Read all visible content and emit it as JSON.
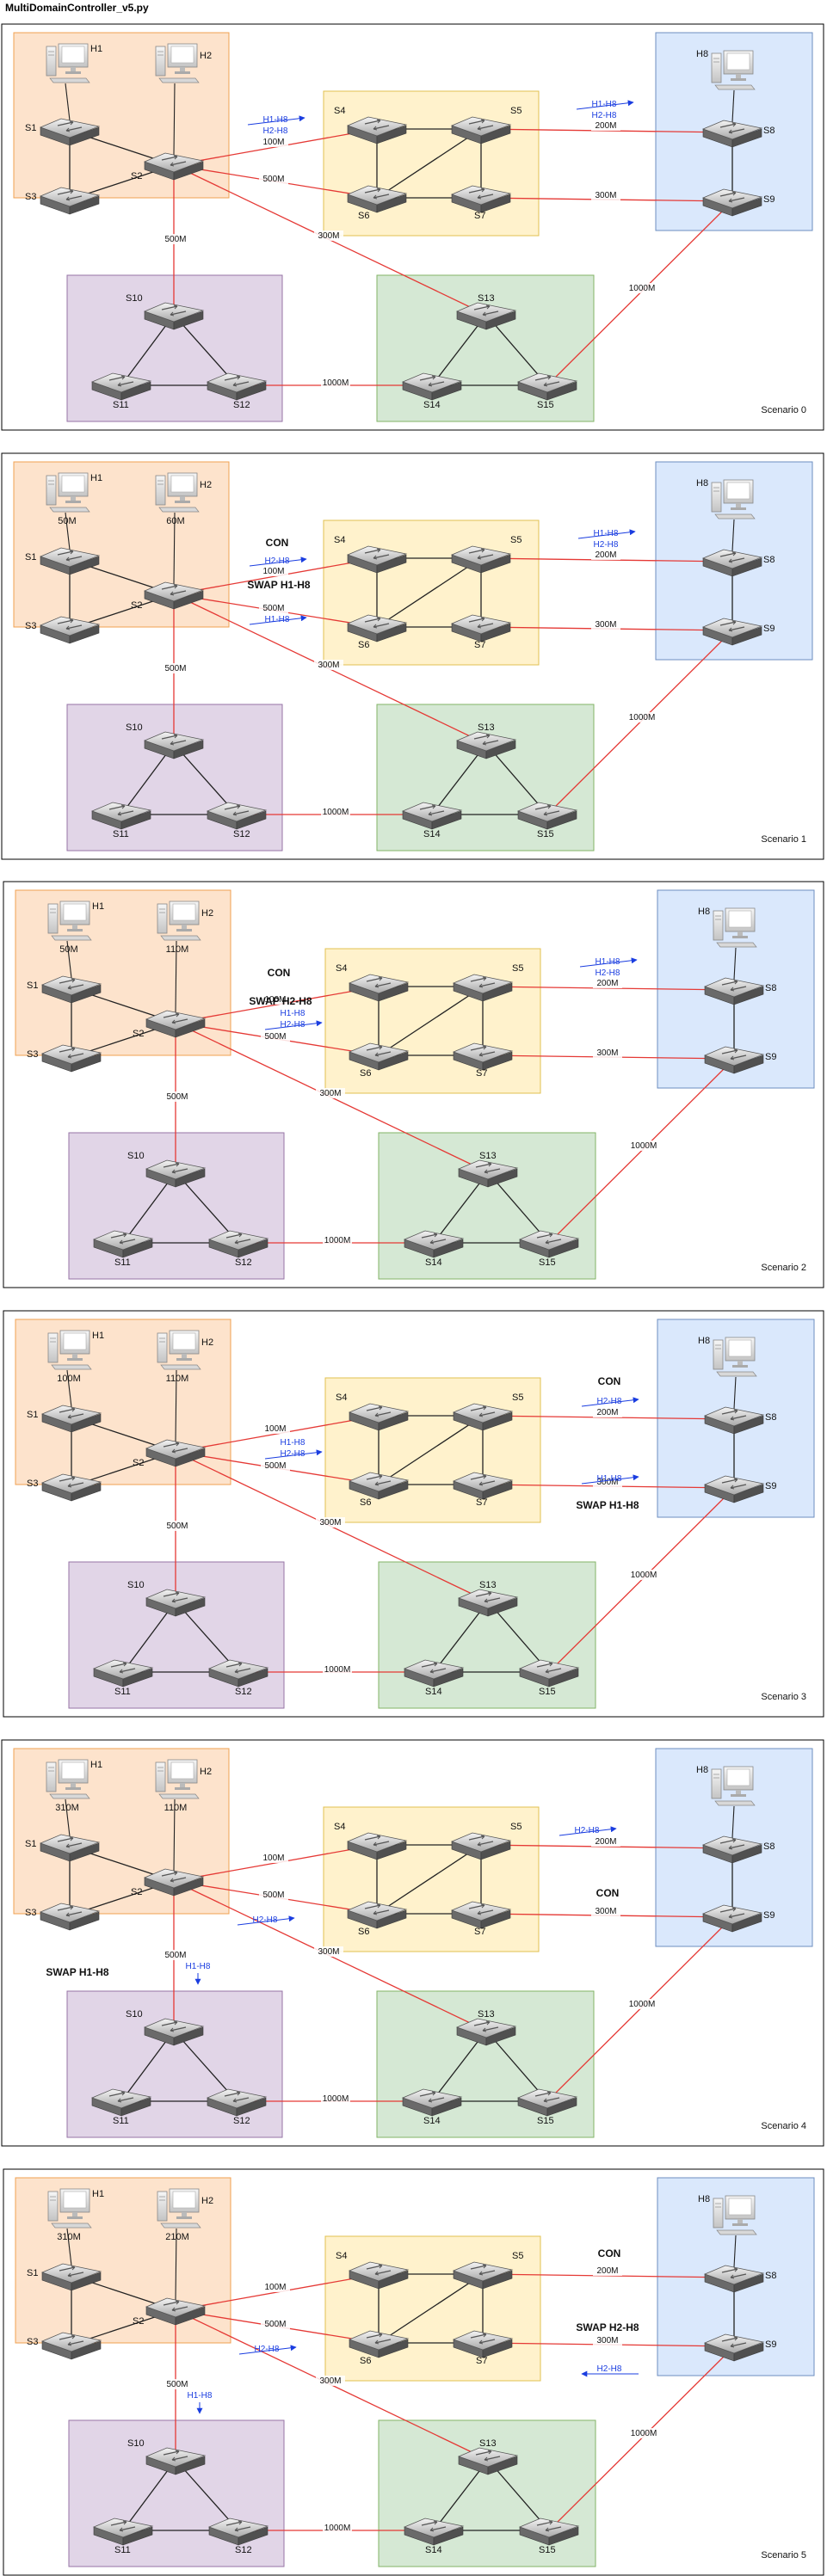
{
  "title": "MultiDomainController_v5.py",
  "colors": {
    "link_red": "#e53935",
    "link_black": "#222222",
    "flow_arrow": "#1a3de0",
    "domain1_fill": "#fde3cc",
    "domain1_stroke": "#f0a050",
    "domain2_fill": "#fff2cc",
    "domain2_stroke": "#e0c050",
    "domain3_fill": "#dae8fc",
    "domain3_stroke": "#6c8ebf",
    "domain4_fill": "#e1d5e7",
    "domain4_stroke": "#9673a6",
    "domain5_fill": "#d5e8d4",
    "domain5_stroke": "#82b366"
  },
  "icons": {
    "switch": "network-switch-icon",
    "host": "desktop-computer-icon"
  },
  "hosts": [
    "H1",
    "H2",
    "H8"
  ],
  "switches": [
    "S1",
    "S2",
    "S3",
    "S4",
    "S5",
    "S6",
    "S7",
    "S8",
    "S9",
    "S10",
    "S11",
    "S12",
    "S13",
    "S14",
    "S15"
  ],
  "links": [
    {
      "from": "S1",
      "to": "S2",
      "type": "black"
    },
    {
      "from": "S3",
      "to": "S2",
      "type": "black"
    },
    {
      "from": "S1",
      "to": "S3",
      "type": "black"
    },
    {
      "from": "S4",
      "to": "S5",
      "type": "black"
    },
    {
      "from": "S4",
      "to": "S6",
      "type": "black"
    },
    {
      "from": "S5",
      "to": "S6",
      "type": "black"
    },
    {
      "from": "S5",
      "to": "S7",
      "type": "black"
    },
    {
      "from": "S6",
      "to": "S7",
      "type": "black"
    },
    {
      "from": "S8",
      "to": "S9",
      "type": "black"
    },
    {
      "from": "S10",
      "to": "S11",
      "type": "black"
    },
    {
      "from": "S10",
      "to": "S12",
      "type": "black"
    },
    {
      "from": "S11",
      "to": "S12",
      "type": "black"
    },
    {
      "from": "S13",
      "to": "S14",
      "type": "black"
    },
    {
      "from": "S13",
      "to": "S15",
      "type": "black"
    },
    {
      "from": "S14",
      "to": "S15",
      "type": "black"
    },
    {
      "from": "S2",
      "to": "S4",
      "type": "red"
    },
    {
      "from": "S2",
      "to": "S6",
      "type": "red"
    },
    {
      "from": "S2",
      "to": "S10",
      "type": "red"
    },
    {
      "from": "S2",
      "to": "S13",
      "type": "red"
    },
    {
      "from": "S5",
      "to": "S8",
      "type": "red"
    },
    {
      "from": "S7",
      "to": "S9",
      "type": "red"
    },
    {
      "from": "S12",
      "to": "S14",
      "type": "red"
    },
    {
      "from": "S15",
      "to": "S9",
      "type": "red"
    }
  ],
  "scenarios": [
    {
      "name": "Scenario 0",
      "links": {
        "S2-S4": "100M",
        "S2-S6": "500M",
        "S2-S10": "500M",
        "S2-S13": "300M",
        "S5-S8": "200M",
        "S7-S9": "300M",
        "S12-S14": "1000M",
        "S15-S9": "1000M"
      },
      "host_rates": {
        "H1": "",
        "H2": ""
      },
      "labels": [
        {
          "id": "f1",
          "text": "H1-H8",
          "style": "flow",
          "arrow": "right"
        },
        {
          "id": "f2",
          "text": "H2-H8",
          "style": "flow",
          "arrow": "none"
        },
        {
          "id": "f3",
          "text": "H1-H8",
          "style": "flow",
          "arrow": "right"
        },
        {
          "id": "f4",
          "text": "H2-H8",
          "style": "flow",
          "arrow": "none"
        }
      ]
    },
    {
      "name": "Scenario 1",
      "links": {
        "S2-S4": "100M",
        "S2-S6": "500M",
        "S2-S10": "500M",
        "S2-S13": "300M",
        "S5-S8": "200M",
        "S7-S9": "300M",
        "S12-S14": "1000M",
        "S15-S9": "1000M"
      },
      "host_rates": {
        "H1": "50M",
        "H2": "60M"
      },
      "labels": [
        {
          "id": "c1",
          "text": "CON",
          "style": "bold"
        },
        {
          "id": "c2",
          "text": "H2-H8",
          "style": "flow",
          "arrow": "right"
        },
        {
          "id": "c3",
          "text": "SWAP H1-H8",
          "style": "bold"
        },
        {
          "id": "c4",
          "text": "H1-H8",
          "style": "flow",
          "arrow": "right"
        },
        {
          "id": "c5",
          "text": "H1-H8",
          "style": "flow",
          "arrow": "right"
        },
        {
          "id": "c6",
          "text": "H2-H8",
          "style": "flow",
          "arrow": "none"
        }
      ]
    },
    {
      "name": "Scenario 2",
      "links": {
        "S2-S4": "100M",
        "S2-S6": "500M",
        "S2-S10": "500M",
        "S2-S13": "300M",
        "S5-S8": "200M",
        "S7-S9": "300M",
        "S12-S14": "1000M",
        "S15-S9": "1000M"
      },
      "host_rates": {
        "H1": "50M",
        "H2": "110M"
      },
      "labels": [
        {
          "id": "d1",
          "text": "CON",
          "style": "bold"
        },
        {
          "id": "d2",
          "text": "SWAP H2-H8",
          "style": "bold"
        },
        {
          "id": "d3",
          "text": "H1-H8",
          "style": "flow",
          "arrow": "none"
        },
        {
          "id": "d4",
          "text": "H2-H8",
          "style": "flow",
          "arrow": "right"
        },
        {
          "id": "d5",
          "text": "H1-H8",
          "style": "flow",
          "arrow": "right"
        },
        {
          "id": "d6",
          "text": "H2-H8",
          "style": "flow",
          "arrow": "none"
        }
      ]
    },
    {
      "name": "Scenario 3",
      "links": {
        "S2-S4": "100M",
        "S2-S6": "500M",
        "S2-S10": "500M",
        "S2-S13": "300M",
        "S5-S8": "200M",
        "S7-S9": "300M",
        "S12-S14": "1000M",
        "S15-S9": "1000M"
      },
      "host_rates": {
        "H1": "100M",
        "H2": "110M"
      },
      "labels": [
        {
          "id": "e1",
          "text": "H1-H8",
          "style": "flow",
          "arrow": "none"
        },
        {
          "id": "e2",
          "text": "H2-H8",
          "style": "flow",
          "arrow": "right"
        },
        {
          "id": "e3",
          "text": "CON",
          "style": "bold"
        },
        {
          "id": "e4",
          "text": "H2-H8",
          "style": "flow",
          "arrow": "right"
        },
        {
          "id": "e5",
          "text": "H1-H8",
          "style": "flow",
          "arrow": "right"
        },
        {
          "id": "e6",
          "text": "SWAP H1-H8",
          "style": "bold"
        }
      ]
    },
    {
      "name": "Scenario 4",
      "links": {
        "S2-S4": "100M",
        "S2-S6": "500M",
        "S2-S10": "500M",
        "S2-S13": "300M",
        "S5-S8": "200M",
        "S7-S9": "300M",
        "S12-S14": "1000M",
        "S15-S9": "1000M"
      },
      "host_rates": {
        "H1": "310M",
        "H2": "110M"
      },
      "labels": [
        {
          "id": "g1",
          "text": "H2-H8",
          "style": "flow",
          "arrow": "right"
        },
        {
          "id": "g2",
          "text": "SWAP H1-H8",
          "style": "bold"
        },
        {
          "id": "g3",
          "text": "H1-H8",
          "style": "flow",
          "arrow": "down"
        },
        {
          "id": "g4",
          "text": "H2-H8",
          "style": "flow",
          "arrow": "right"
        },
        {
          "id": "g5",
          "text": "CON",
          "style": "bold"
        }
      ]
    },
    {
      "name": "Scenario 5",
      "links": {
        "S2-S4": "100M",
        "S2-S6": "500M",
        "S2-S10": "500M",
        "S2-S13": "300M",
        "S5-S8": "200M",
        "S7-S9": "300M",
        "S12-S14": "1000M",
        "S15-S9": "1000M"
      },
      "host_rates": {
        "H1": "310M",
        "H2": "210M"
      },
      "labels": [
        {
          "id": "h1",
          "text": "H2-H8",
          "style": "flow",
          "arrow": "right"
        },
        {
          "id": "h2",
          "text": "H1-H8",
          "style": "flow",
          "arrow": "down"
        },
        {
          "id": "h3",
          "text": "CON",
          "style": "bold"
        },
        {
          "id": "h4",
          "text": "SWAP H2-H8",
          "style": "bold"
        },
        {
          "id": "h5",
          "text": "H2-H8",
          "style": "flow",
          "arrow": "left"
        }
      ]
    }
  ]
}
